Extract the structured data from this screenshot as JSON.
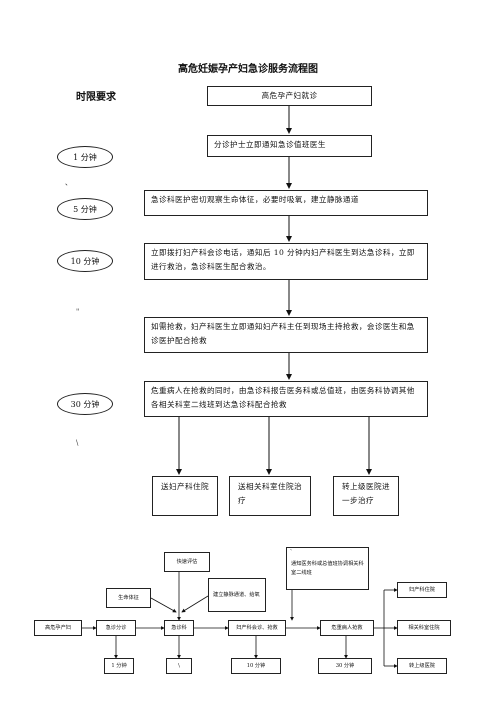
{
  "title": "高危妊娠孕产妇急诊服务流程图",
  "time_header": "时限要求",
  "times": [
    "1 分钟",
    "5 分钟",
    "10 分钟",
    "30 分钟"
  ],
  "steps": [
    "高危孕产妇就诊",
    "分诊护士立即通知急诊值班医生",
    "急诊科医护密切观察生命体征，必要时吸氧，建立静脉通道",
    "立即拨打妇产科会诊电话，通知后 10 分钟内妇产科医生到达急诊科，立即进行救治，急诊科医生配合救治。",
    "如需抢救，妇产科医生立即通知妇产科主任到现场主持抢救，会诊医生和急诊医护配合抢救",
    "危重病人在抢救的同时，由急诊科报告医务科或总值班，由医务科协调其他各相关科室二线班到达急诊科配合抢救"
  ],
  "outcomes": [
    "送妇产科住院",
    "送相关科室住院治疗",
    "转上级医院进一步治疗"
  ],
  "stray_marks": [
    "、",
    "\"",
    "\\"
  ],
  "mini": {
    "top_box": "快速评估",
    "left_box": "生命体征",
    "vein_box": "建立静脉通道、给氧",
    "notify_box": "通知医务科或总值班协调相关科室二线班",
    "notify_mark": "、",
    "main_row": [
      "高危孕产妇",
      "急诊分诊",
      "急诊科",
      "妇产科会诊、抢救",
      "危重病人抢救"
    ],
    "right_col": [
      "妇产科住院",
      "相关科室住院",
      "转上级医院"
    ],
    "times": [
      "1 分钟",
      "\\",
      "10 分钟",
      "30 分钟"
    ]
  }
}
